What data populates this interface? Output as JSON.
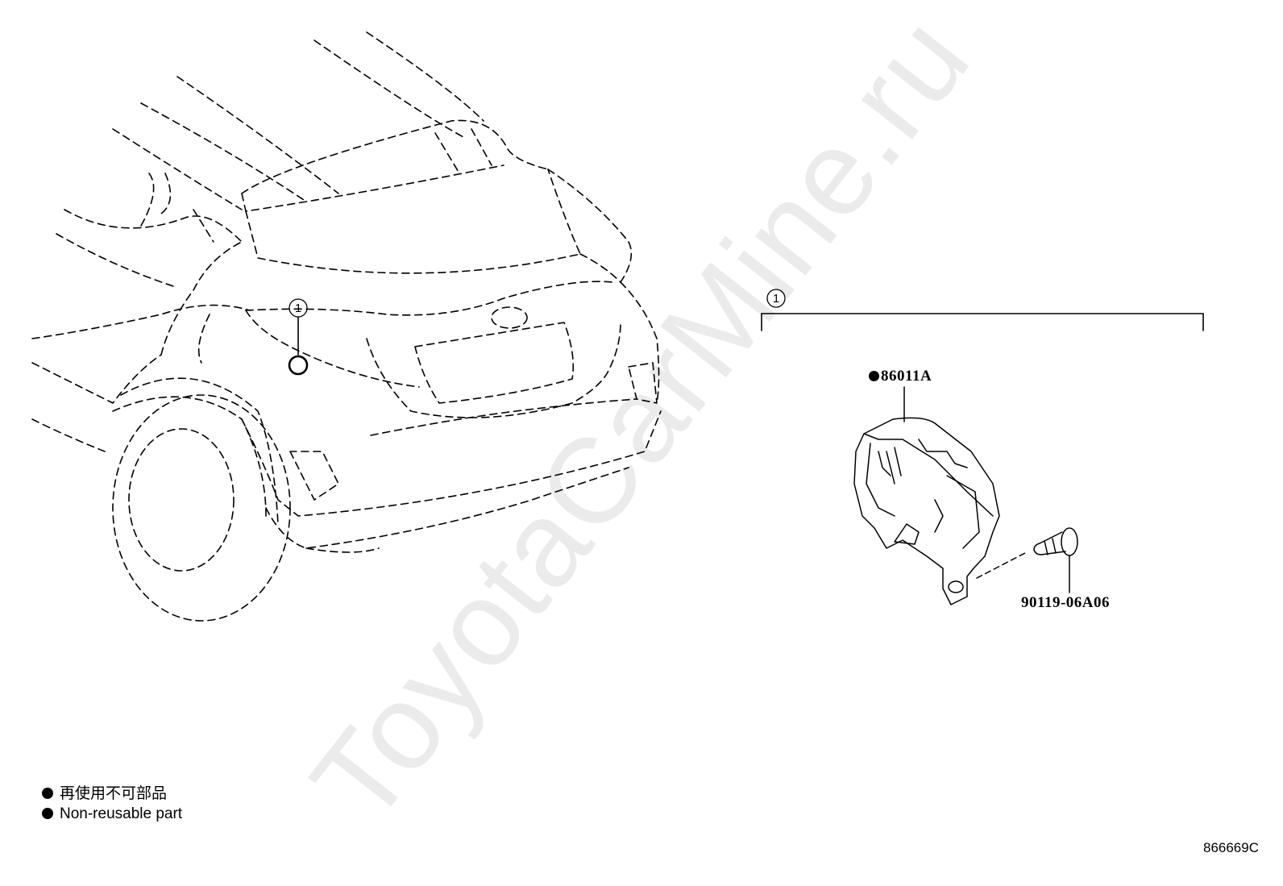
{
  "watermark": "ToyotaCarMine.ru",
  "callouts": [
    {
      "number": "1"
    },
    {
      "number": "1"
    }
  ],
  "parts": [
    {
      "part_number": "86011A",
      "non_reusable": true
    },
    {
      "part_number": "90119-06A06",
      "non_reusable": false
    }
  ],
  "legend": {
    "line_jp": "再使用不可部品",
    "line_en": "Non-reusable part"
  },
  "illustration_code": "866669C"
}
